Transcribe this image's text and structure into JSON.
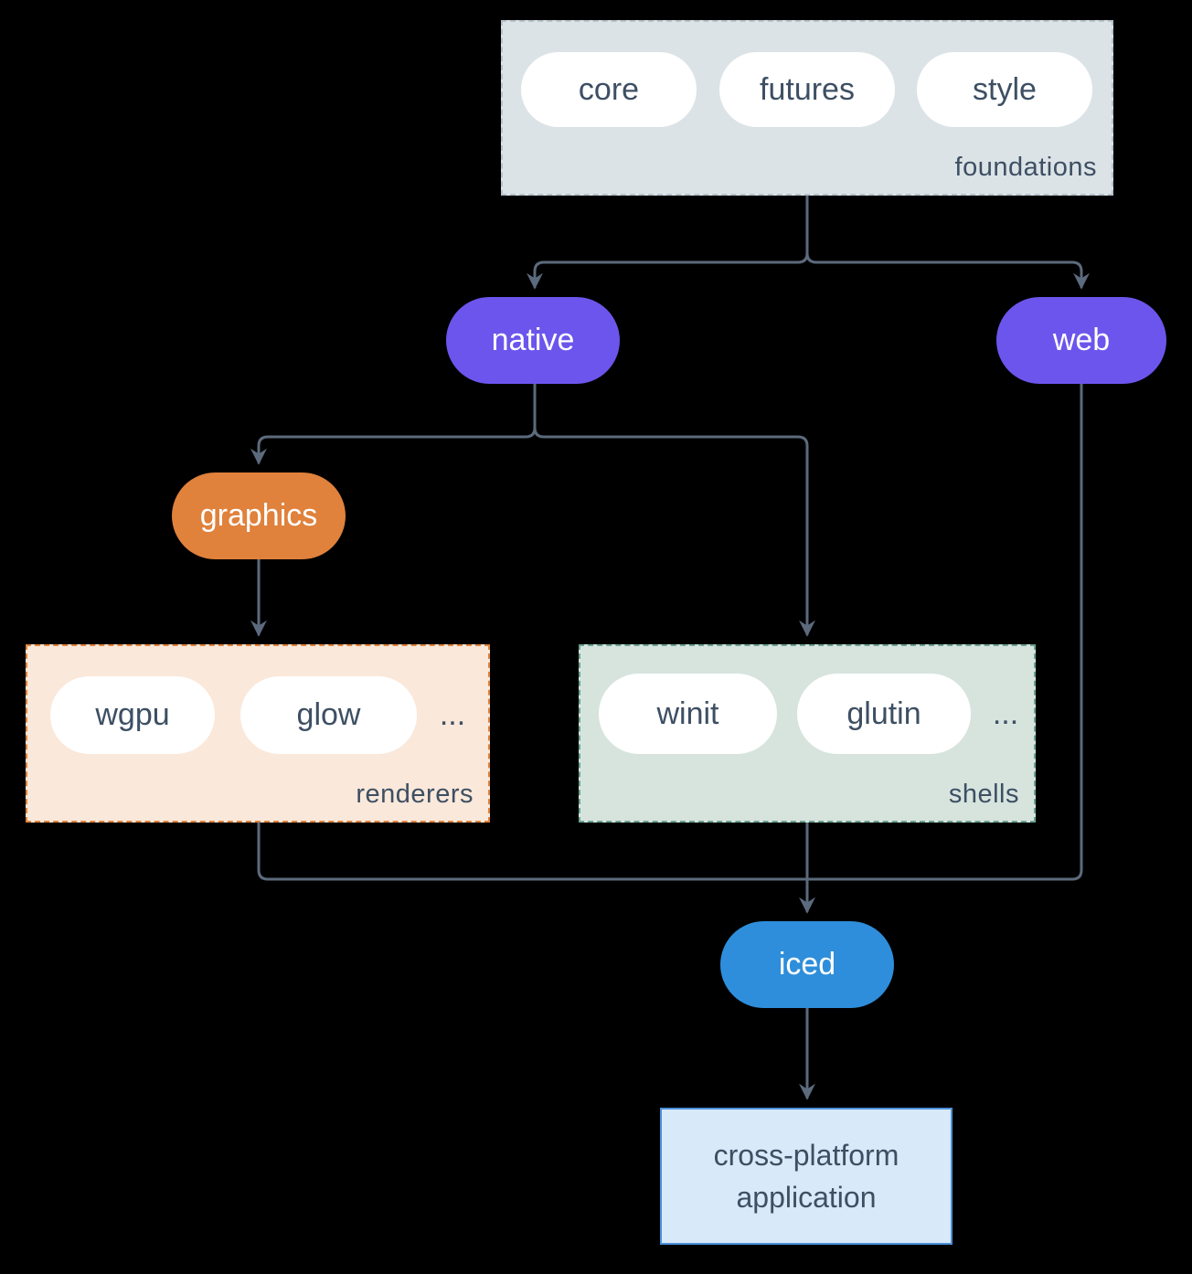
{
  "diagram": {
    "background_color": "#000000",
    "arrow_color": "#5c6a7d",
    "groups": {
      "foundations": {
        "label": "foundations",
        "fill": "#dce3e7",
        "pills": [
          {
            "label": "core"
          },
          {
            "label": "futures"
          },
          {
            "label": "style"
          }
        ]
      },
      "renderers": {
        "label": "renderers",
        "fill": "#fae8da",
        "border": "#e0823c",
        "pills": [
          {
            "label": "wgpu"
          },
          {
            "label": "glow"
          }
        ],
        "ellipsis": "..."
      },
      "shells": {
        "label": "shells",
        "fill": "#d7e4de",
        "border": "#69a391",
        "pills": [
          {
            "label": "winit"
          },
          {
            "label": "glutin"
          }
        ],
        "ellipsis": "..."
      }
    },
    "nodes": {
      "native": {
        "label": "native",
        "color": "#6c55ec"
      },
      "web": {
        "label": "web",
        "color": "#6c55ec"
      },
      "graphics": {
        "label": "graphics",
        "color": "#e0813c"
      },
      "iced": {
        "label": "iced",
        "color": "#2e8edb"
      },
      "application": {
        "label": "cross-platform application",
        "fill": "#d8e9f9",
        "border": "#4b90d8"
      }
    }
  }
}
